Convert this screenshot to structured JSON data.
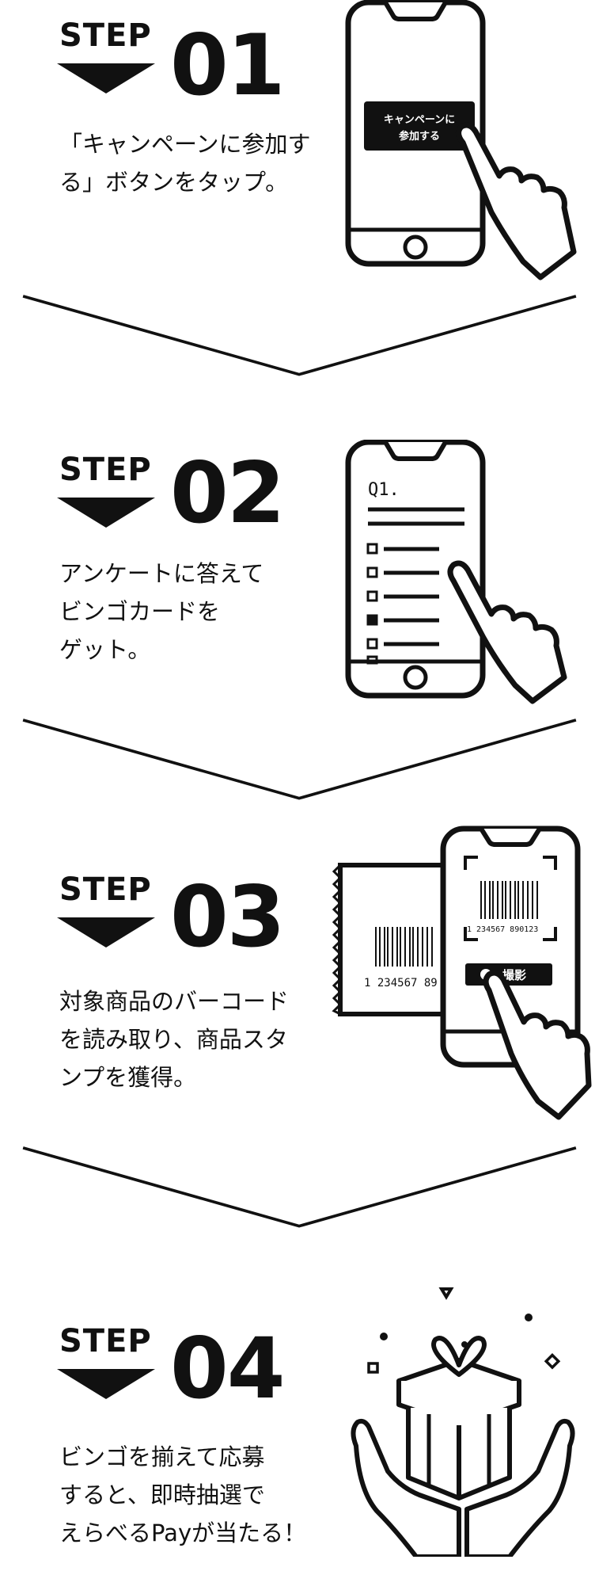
{
  "steps": [
    {
      "label": "STEP",
      "number": "01",
      "description": "「キャンペーンに参加す\nる」ボタンをタップ。",
      "illustration": {
        "icon": "phone-tap-icon",
        "button_text": "キャンペーンに\n参加する"
      }
    },
    {
      "label": "STEP",
      "number": "02",
      "description": "アンケートに答えて\nビンゴカードを\nゲット。",
      "illustration": {
        "icon": "phone-survey-icon",
        "question_label": "Q1."
      }
    },
    {
      "label": "STEP",
      "number": "03",
      "description": "対象商品のバーコード\nを読み取り、商品スタ\nンプを獲得。",
      "illustration": {
        "icon": "barcode-scan-icon",
        "package_barcode_digits": "1 234567 89",
        "screen_barcode_digits": "1 234567 890123",
        "shoot_button": "撮影"
      }
    },
    {
      "label": "STEP",
      "number": "04",
      "description": "ビンゴを揃えて応募\nすると、即時抽選で\nえらべるPayが当たる！",
      "illustration": {
        "icon": "gift-hands-icon"
      }
    }
  ]
}
